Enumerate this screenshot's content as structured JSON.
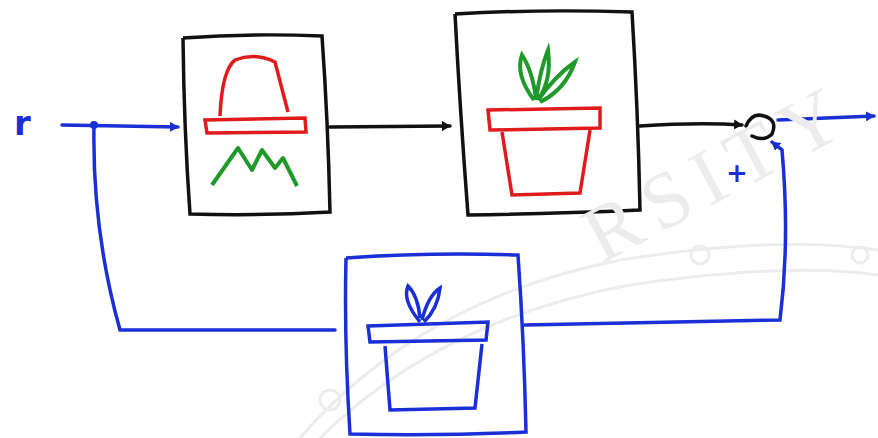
{
  "diagram": {
    "labels": [
      "r",
      "+",
      "RSITY"
    ]
  }
}
